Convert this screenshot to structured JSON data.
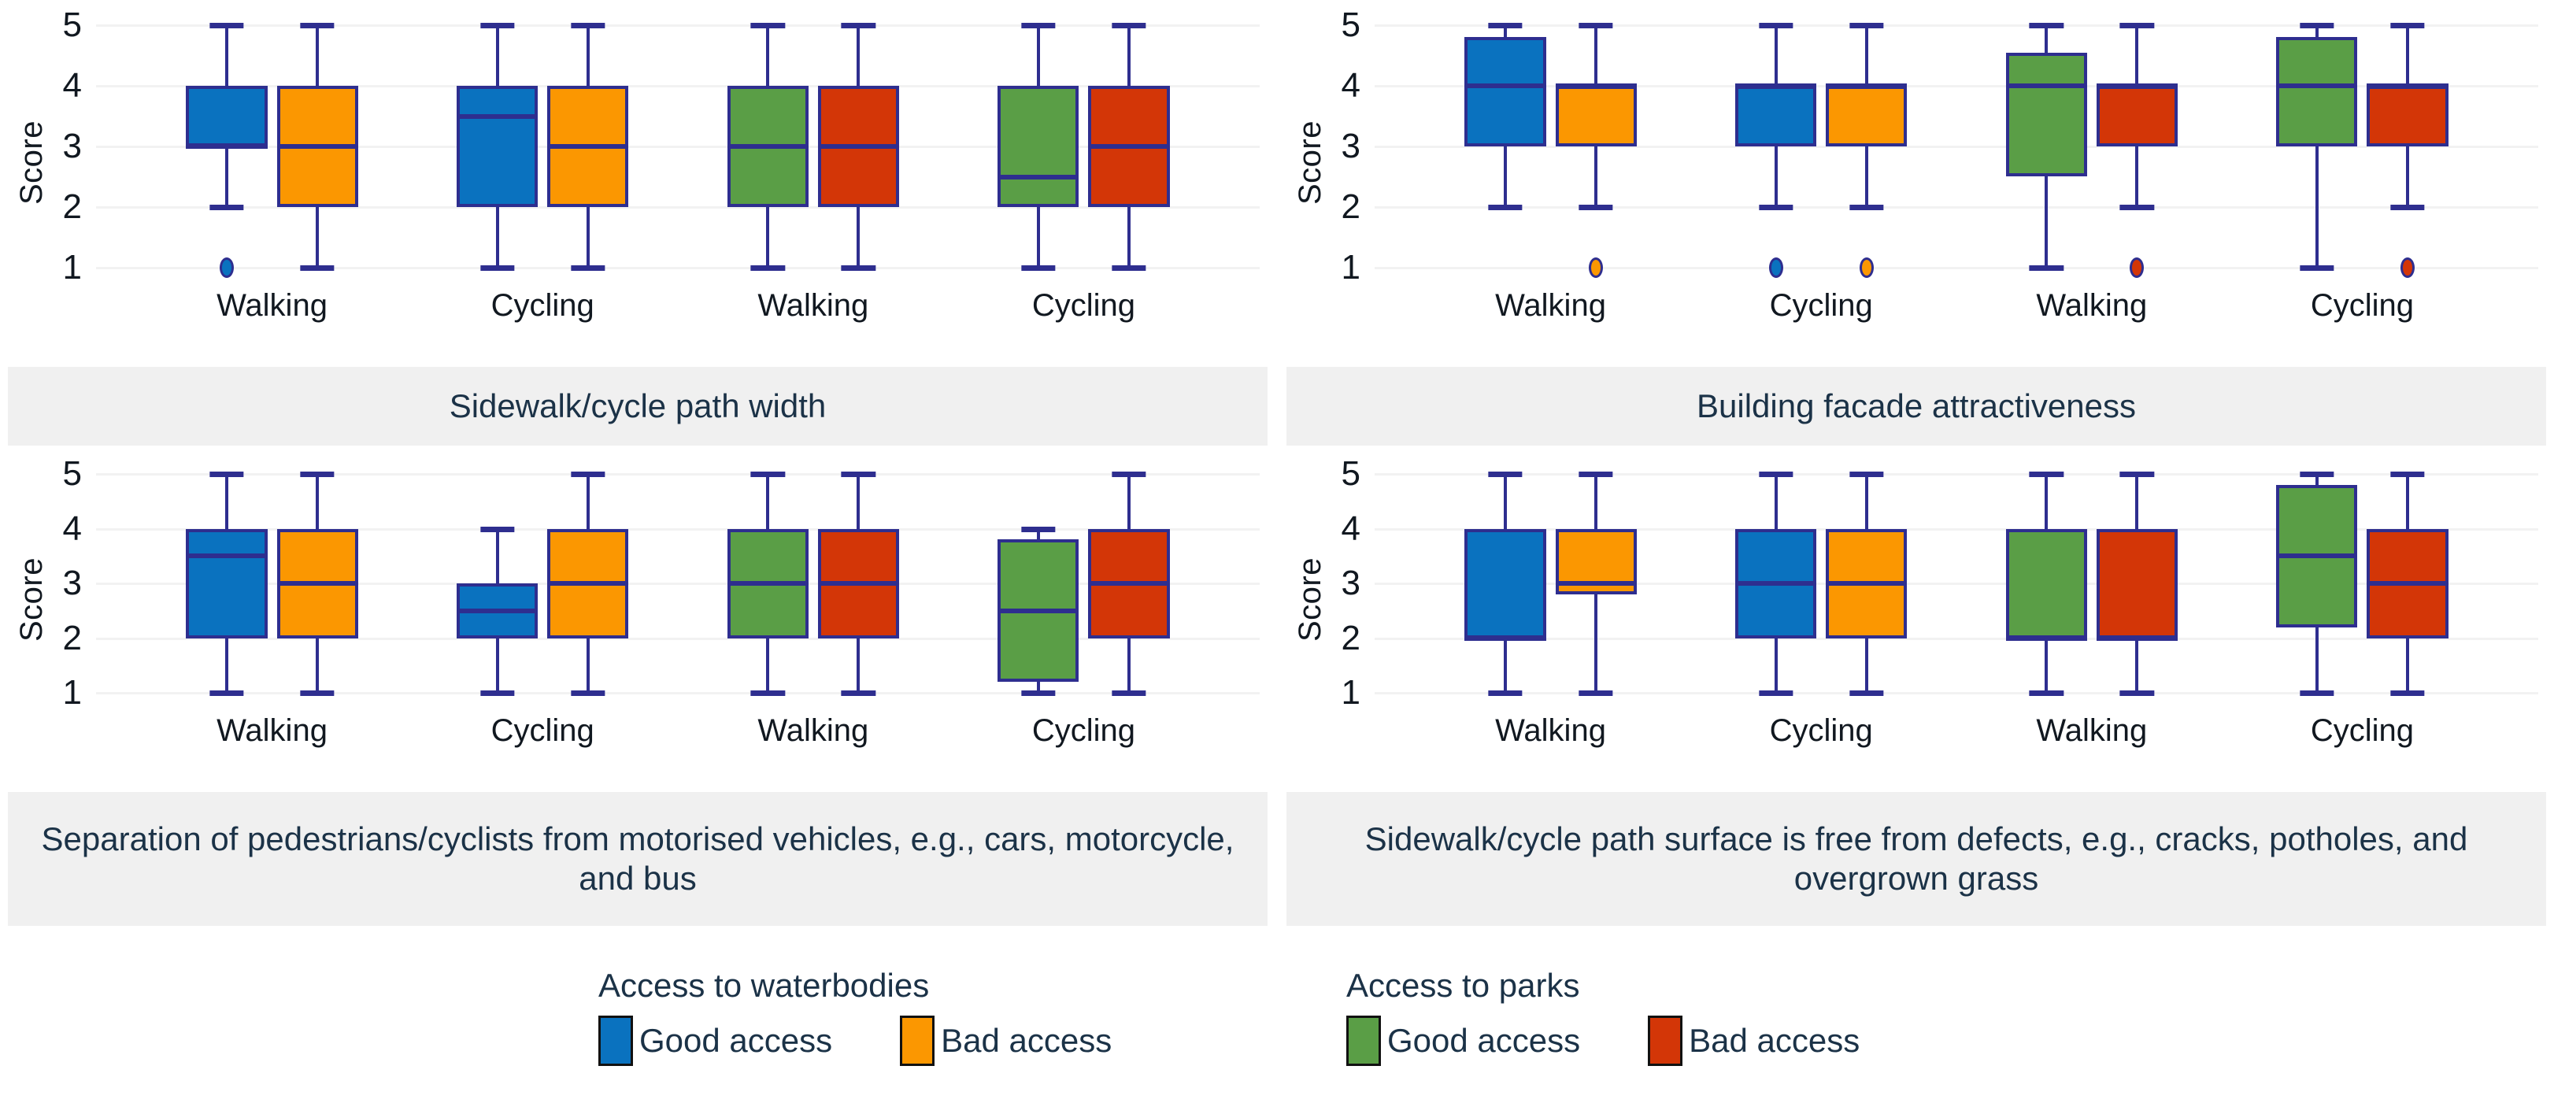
{
  "axis": {
    "ylabel": "Score",
    "yticks": [
      "5",
      "4",
      "3",
      "2",
      "1"
    ],
    "ylim": [
      1,
      5
    ],
    "xcategories": [
      "Walking",
      "Cycling",
      "Walking",
      "Cycling"
    ]
  },
  "colors": {
    "blue": "#0a72bf",
    "orange": "#fb9701",
    "green": "#5a9e46",
    "red": "#d33607",
    "outline": "#2e2e8f",
    "grid": "#f2f2f2",
    "strip_bg": "#f0f0f0",
    "text": "#1b3247",
    "tick_text": "#111820"
  },
  "legends": [
    {
      "title": "Access to waterbodies",
      "items": [
        {
          "label": "Good access",
          "color": "#0a72bf"
        },
        {
          "label": "Bad access",
          "color": "#fb9701"
        }
      ]
    },
    {
      "title": "Access to parks",
      "items": [
        {
          "label": "Good access",
          "color": "#5a9e46"
        },
        {
          "label": "Bad access",
          "color": "#d33607"
        }
      ]
    }
  ],
  "chart_data": {
    "type": "box",
    "title": "",
    "xlabel": "",
    "ylabel": "Score",
    "ylim": [
      1,
      5
    ],
    "yticks": [
      1,
      2,
      3,
      4,
      5
    ],
    "grid": true,
    "legend_position": "bottom",
    "group_labels": [
      "Walking",
      "Cycling",
      "Walking",
      "Cycling"
    ],
    "series_names": [
      "Good access (waterbodies)",
      "Bad access (waterbodies)",
      "Good access (parks)",
      "Bad access (parks)"
    ],
    "panels": [
      {
        "title": "Sidewalk/cycle path width",
        "boxes": [
          {
            "group": "Walking",
            "series": "Good access",
            "access": "waterbodies",
            "color": "#0a72bf",
            "whisker_low": 2,
            "q1": 3,
            "median": 3,
            "q3": 4,
            "whisker_high": 5,
            "outliers": [
              1
            ]
          },
          {
            "group": "Walking",
            "series": "Bad access",
            "access": "waterbodies",
            "color": "#fb9701",
            "whisker_low": 1,
            "q1": 2,
            "median": 3,
            "q3": 4,
            "whisker_high": 5,
            "outliers": []
          },
          {
            "group": "Cycling",
            "series": "Good access",
            "access": "waterbodies",
            "color": "#0a72bf",
            "whisker_low": 1,
            "q1": 2,
            "median": 3.5,
            "q3": 4,
            "whisker_high": 5,
            "outliers": []
          },
          {
            "group": "Cycling",
            "series": "Bad access",
            "access": "waterbodies",
            "color": "#fb9701",
            "whisker_low": 1,
            "q1": 2,
            "median": 3,
            "q3": 4,
            "whisker_high": 5,
            "outliers": []
          },
          {
            "group": "Walking",
            "series": "Good access",
            "access": "parks",
            "color": "#5a9e46",
            "whisker_low": 1,
            "q1": 2,
            "median": 3,
            "q3": 4,
            "whisker_high": 5,
            "outliers": []
          },
          {
            "group": "Walking",
            "series": "Bad access",
            "access": "parks",
            "color": "#d33607",
            "whisker_low": 1,
            "q1": 2,
            "median": 3,
            "q3": 4,
            "whisker_high": 5,
            "outliers": []
          },
          {
            "group": "Cycling",
            "series": "Good access",
            "access": "parks",
            "color": "#5a9e46",
            "whisker_low": 1,
            "q1": 2,
            "median": 2.5,
            "q3": 4,
            "whisker_high": 5,
            "outliers": []
          },
          {
            "group": "Cycling",
            "series": "Bad access",
            "access": "parks",
            "color": "#d33607",
            "whisker_low": 1,
            "q1": 2,
            "median": 3,
            "q3": 4,
            "whisker_high": 5,
            "outliers": []
          }
        ]
      },
      {
        "title": "Building facade attractiveness",
        "boxes": [
          {
            "group": "Walking",
            "series": "Good access",
            "access": "waterbodies",
            "color": "#0a72bf",
            "whisker_low": 2,
            "q1": 3,
            "median": 4,
            "q3": 4.8,
            "whisker_high": 5,
            "outliers": []
          },
          {
            "group": "Walking",
            "series": "Bad access",
            "access": "waterbodies",
            "color": "#fb9701",
            "whisker_low": 2,
            "q1": 3,
            "median": 4,
            "q3": 4,
            "whisker_high": 5,
            "outliers": [
              1
            ]
          },
          {
            "group": "Cycling",
            "series": "Good access",
            "access": "waterbodies",
            "color": "#0a72bf",
            "whisker_low": 2,
            "q1": 3,
            "median": 4,
            "q3": 4,
            "whisker_high": 5,
            "outliers": [
              1
            ]
          },
          {
            "group": "Cycling",
            "series": "Bad access",
            "access": "waterbodies",
            "color": "#fb9701",
            "whisker_low": 2,
            "q1": 3,
            "median": 4,
            "q3": 4,
            "whisker_high": 5,
            "outliers": [
              1
            ]
          },
          {
            "group": "Walking",
            "series": "Good access",
            "access": "parks",
            "color": "#5a9e46",
            "whisker_low": 1,
            "q1": 2.5,
            "median": 4,
            "q3": 4.55,
            "whisker_high": 5,
            "outliers": []
          },
          {
            "group": "Walking",
            "series": "Bad access",
            "access": "parks",
            "color": "#d33607",
            "whisker_low": 2,
            "q1": 3,
            "median": 4,
            "q3": 4,
            "whisker_high": 5,
            "outliers": [
              1
            ]
          },
          {
            "group": "Cycling",
            "series": "Good access",
            "access": "parks",
            "color": "#5a9e46",
            "whisker_low": 1,
            "q1": 3,
            "median": 4,
            "q3": 4.8,
            "whisker_high": 5,
            "outliers": []
          },
          {
            "group": "Cycling",
            "series": "Bad access",
            "access": "parks",
            "color": "#d33607",
            "whisker_low": 2,
            "q1": 3,
            "median": 4,
            "q3": 4,
            "whisker_high": 5,
            "outliers": [
              1
            ]
          }
        ]
      },
      {
        "title": "Separation of pedestrians/cyclists from motorised vehicles, e.g., cars, motorcycle, and bus",
        "boxes": [
          {
            "group": "Walking",
            "series": "Good access",
            "access": "waterbodies",
            "color": "#0a72bf",
            "whisker_low": 1,
            "q1": 2,
            "median": 3.5,
            "q3": 4,
            "whisker_high": 5,
            "outliers": []
          },
          {
            "group": "Walking",
            "series": "Bad access",
            "access": "waterbodies",
            "color": "#fb9701",
            "whisker_low": 1,
            "q1": 2,
            "median": 3,
            "q3": 4,
            "whisker_high": 5,
            "outliers": []
          },
          {
            "group": "Cycling",
            "series": "Good access",
            "access": "waterbodies",
            "color": "#0a72bf",
            "whisker_low": 1,
            "q1": 2,
            "median": 2.5,
            "q3": 3,
            "whisker_high": 4,
            "outliers": []
          },
          {
            "group": "Cycling",
            "series": "Bad access",
            "access": "waterbodies",
            "color": "#fb9701",
            "whisker_low": 1,
            "q1": 2,
            "median": 3,
            "q3": 4,
            "whisker_high": 5,
            "outliers": []
          },
          {
            "group": "Walking",
            "series": "Good access",
            "access": "parks",
            "color": "#5a9e46",
            "whisker_low": 1,
            "q1": 2,
            "median": 3,
            "q3": 4,
            "whisker_high": 5,
            "outliers": []
          },
          {
            "group": "Walking",
            "series": "Bad access",
            "access": "parks",
            "color": "#d33607",
            "whisker_low": 1,
            "q1": 2,
            "median": 3,
            "q3": 4,
            "whisker_high": 5,
            "outliers": []
          },
          {
            "group": "Cycling",
            "series": "Good access",
            "access": "parks",
            "color": "#5a9e46",
            "whisker_low": 1,
            "q1": 1.2,
            "median": 2.5,
            "q3": 3.8,
            "whisker_high": 4,
            "outliers": []
          },
          {
            "group": "Cycling",
            "series": "Bad access",
            "access": "parks",
            "color": "#d33607",
            "whisker_low": 1,
            "q1": 2,
            "median": 3,
            "q3": 4,
            "whisker_high": 5,
            "outliers": []
          }
        ]
      },
      {
        "title": "Sidewalk/cycle path surface is free from defects, e.g., cracks, potholes, and overgrown grass",
        "boxes": [
          {
            "group": "Walking",
            "series": "Good access",
            "access": "waterbodies",
            "color": "#0a72bf",
            "whisker_low": 1,
            "q1": 2,
            "median": 2,
            "q3": 4,
            "whisker_high": 5,
            "outliers": []
          },
          {
            "group": "Walking",
            "series": "Bad access",
            "access": "waterbodies",
            "color": "#fb9701",
            "whisker_low": 1,
            "q1": 2.8,
            "median": 3,
            "q3": 4,
            "whisker_high": 5,
            "outliers": []
          },
          {
            "group": "Cycling",
            "series": "Good access",
            "access": "waterbodies",
            "color": "#0a72bf",
            "whisker_low": 1,
            "q1": 2,
            "median": 3,
            "q3": 4,
            "whisker_high": 5,
            "outliers": []
          },
          {
            "group": "Cycling",
            "series": "Bad access",
            "access": "waterbodies",
            "color": "#fb9701",
            "whisker_low": 1,
            "q1": 2,
            "median": 3,
            "q3": 4,
            "whisker_high": 5,
            "outliers": []
          },
          {
            "group": "Walking",
            "series": "Good access",
            "access": "parks",
            "color": "#5a9e46",
            "whisker_low": 1,
            "q1": 2,
            "median": 2,
            "q3": 4,
            "whisker_high": 5,
            "outliers": []
          },
          {
            "group": "Walking",
            "series": "Bad access",
            "access": "parks",
            "color": "#d33607",
            "whisker_low": 1,
            "q1": 2,
            "median": 2,
            "q3": 4,
            "whisker_high": 5,
            "outliers": []
          },
          {
            "group": "Cycling",
            "series": "Good access",
            "access": "parks",
            "color": "#5a9e46",
            "whisker_low": 1,
            "q1": 2.2,
            "median": 3.5,
            "q3": 4.8,
            "whisker_high": 5,
            "outliers": []
          },
          {
            "group": "Cycling",
            "series": "Bad access",
            "access": "parks",
            "color": "#d33607",
            "whisker_low": 1,
            "q1": 2,
            "median": 3,
            "q3": 4,
            "whisker_high": 5,
            "outliers": []
          }
        ]
      }
    ]
  }
}
